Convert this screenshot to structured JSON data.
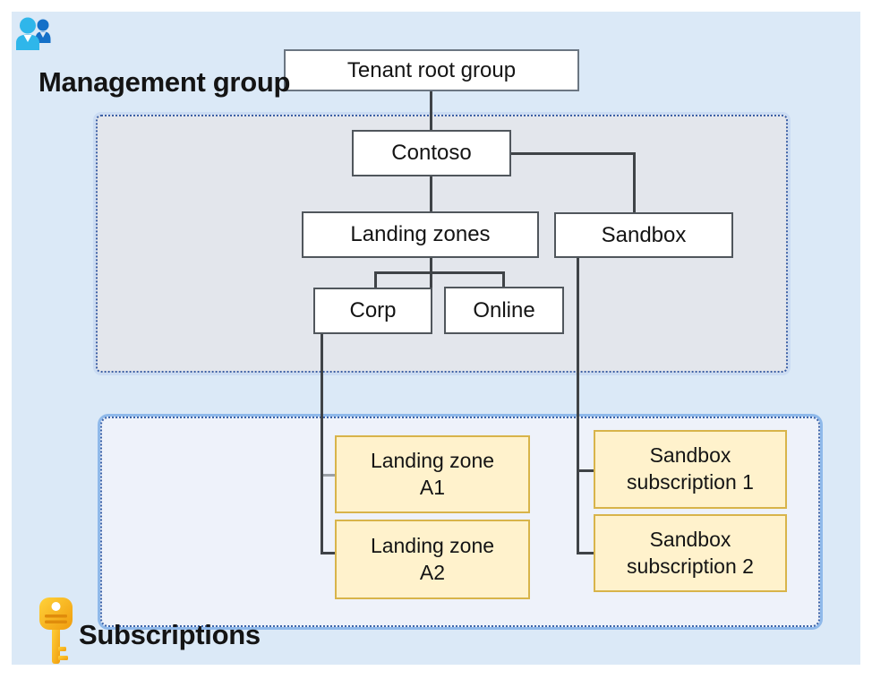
{
  "headings": {
    "management_group": "Management group",
    "subscriptions": "Subscriptions"
  },
  "nodes": {
    "tenant_root": "Tenant root group",
    "contoso": "Contoso",
    "landing_zones": "Landing zones",
    "sandbox": "Sandbox",
    "corp": "Corp",
    "online": "Online"
  },
  "subscription_boxes": {
    "lz_a1": {
      "line1": "Landing zone",
      "line2": "A1"
    },
    "lz_a2": {
      "line1": "Landing zone",
      "line2": "A2"
    },
    "sandbox_sub_1": {
      "line1": "Sandbox",
      "line2": "subscription 1"
    },
    "sandbox_sub_2": {
      "line1": "Sandbox",
      "line2": "subscription 2"
    }
  },
  "hierarchy_edges": [
    {
      "from": "Tenant root group",
      "to": "Contoso"
    },
    {
      "from": "Contoso",
      "to": "Landing zones"
    },
    {
      "from": "Contoso",
      "to": "Sandbox"
    },
    {
      "from": "Landing zones",
      "to": "Corp"
    },
    {
      "from": "Landing zones",
      "to": "Online"
    },
    {
      "from": "Corp",
      "to": "Landing zone A1"
    },
    {
      "from": "Corp",
      "to": "Landing zone A2"
    },
    {
      "from": "Sandbox",
      "to": "Sandbox subscription 1"
    },
    {
      "from": "Sandbox",
      "to": "Sandbox subscription 2"
    }
  ],
  "icons": {
    "people": "people-icon",
    "key": "key-icon"
  },
  "colors": {
    "canvas": "#dbe9f7",
    "management_group_fill": "#e3e6ec",
    "subscriptions_fill": "#eef2fa",
    "group_border_blue": "#3c63a8",
    "node_fill": "#ffffff",
    "node_border": "#50565c",
    "subscription_box_fill": "#fff2cc",
    "subscription_box_border": "#d8b44a",
    "connector": "#3f4347",
    "people_icon_front": "#2fb6ea",
    "people_icon_back": "#1470c8",
    "key_icon_gold": "#f9b918"
  }
}
